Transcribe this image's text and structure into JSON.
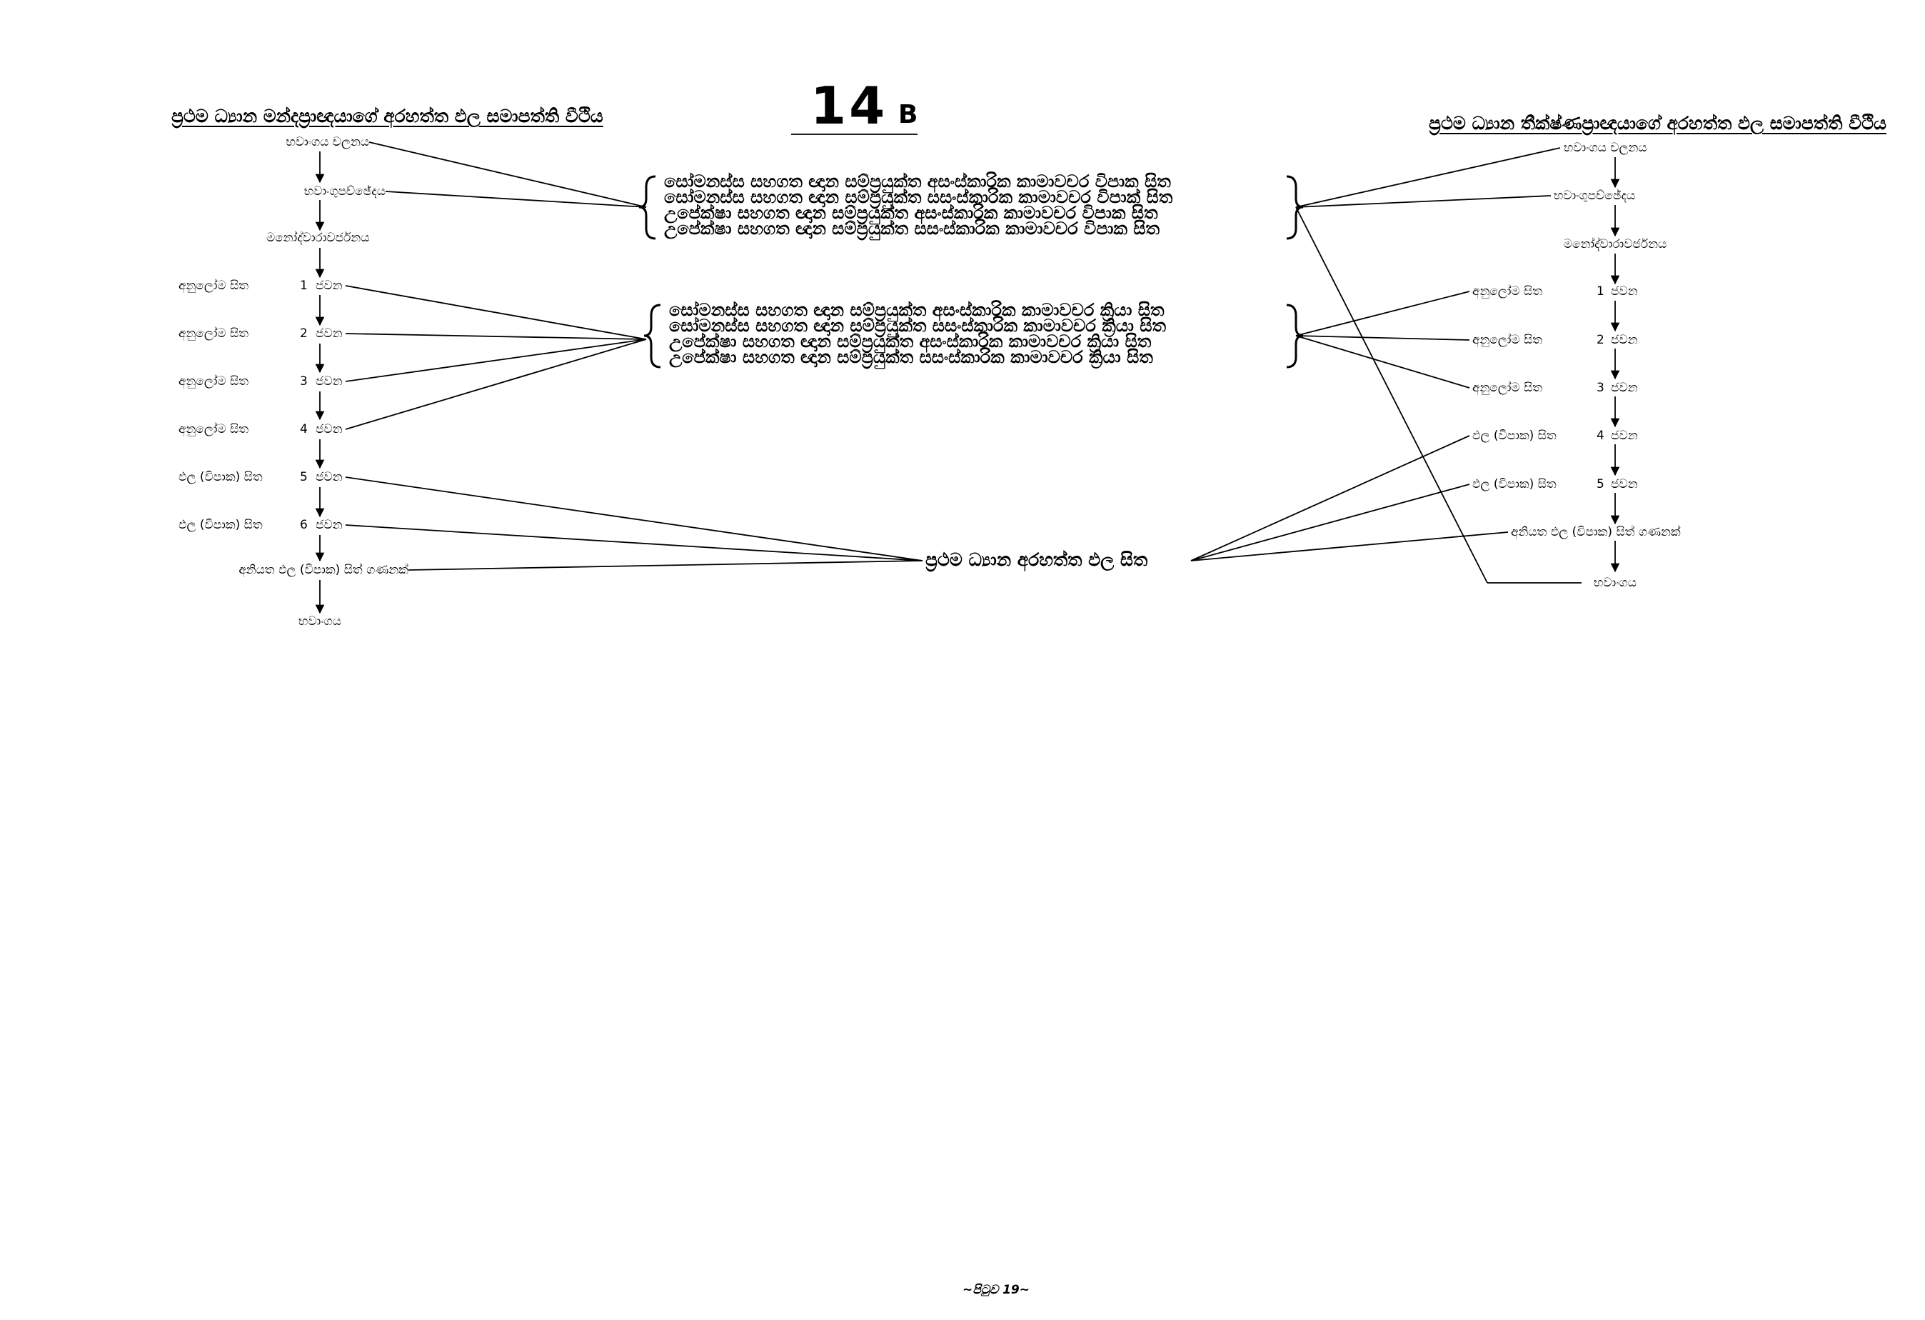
{
  "header": {
    "number": "14",
    "suffix": "B",
    "left_title": "ප්‍රථම ධ්‍යාන මන්දප්‍රාඥයාගේ අරහත්ත ඵල සමාපත්ති වීථිය",
    "right_title": "ප්‍රථම ධ්‍යාන තීක්ෂ්ණප්‍රාඥයාගේ අරහත්ත ඵල සමාපත්ති වීථිය"
  },
  "left_chain": {
    "bhavanga_calana": "භවාංගය චලනය",
    "bhavangupaccheda": "භවාංගුපච්ඡේදය",
    "manodvaravajjana": "මනෝද්වාරාවර්ජනය",
    "rows": [
      {
        "prefix": "අනුලෝම සිත",
        "num": "1",
        "javana": "ජවන"
      },
      {
        "prefix": "අනුලෝම සිත",
        "num": "2",
        "javana": "ජවන"
      },
      {
        "prefix": "අනුලෝම සිත",
        "num": "3",
        "javana": "ජවන"
      },
      {
        "prefix": "අනුලෝම සිත",
        "num": "4",
        "javana": "ජවන"
      },
      {
        "prefix": "ඵල (විපාක) සිත",
        "num": "5",
        "javana": "ජවන"
      },
      {
        "prefix": "ඵල (විපාක) සිත",
        "num": "6",
        "javana": "ජවන"
      }
    ],
    "aniyata": "අනියත ඵල (විපාක) සිත් ගණනක්",
    "bhavanga": "භවාංගය"
  },
  "right_chain": {
    "bhavanga_calana": "භවාංගය චලනය",
    "bhavangupaccheda": "භවාංගුපච්ඡේදය",
    "manodvaravajjana": "මනෝද්වාරාවර්ජනය",
    "rows": [
      {
        "prefix": "අනුලෝම සිත",
        "num": "1",
        "javana": "ජවන"
      },
      {
        "prefix": "අනුලෝම සිත",
        "num": "2",
        "javana": "ජවන"
      },
      {
        "prefix": "අනුලෝම සිත",
        "num": "3",
        "javana": "ජවන"
      },
      {
        "prefix": "ඵල (විපාක) සිත",
        "num": "4",
        "javana": "ජවන"
      },
      {
        "prefix": "ඵල (විපාක) සිත",
        "num": "5",
        "javana": "ජවන"
      }
    ],
    "aniyata": "අනියත ඵල (විපාක) සිත් ගණනක්",
    "bhavanga": "භවාංගය"
  },
  "vipaka_group": [
    "සෝමනස්ස සහගත ඥාන සම්ප්‍රයුක්ත අසංස්කාරික කාමාවචර විපාක සිත",
    "සෝමනස්ස සහගත ඥාන සම්ප්‍රයුක්ත සසංස්කාරික කාමාවචර විපාක් සිත",
    "උපේක්ෂා සහගත ඥාන සම්ප්‍රයුක්ත අසංස්කාරික කාමාවචර විපාක සිත",
    "උපේක්ෂා සහගත ඥාන සම්ප්‍රයුක්ත සසංස්කාරික කාමාවචර විපාක සිත"
  ],
  "kriya_group": [
    "සෝමනස්ස සහගත ඥාන සම්ප්‍රයුක්ත අසංස්කාරික කාමාවචර ක්‍රියා සිත",
    "සෝමනස්ස සහගත ඥාන සම්ප්‍රයුක්ත සසංස්කාරික කාමාවචර ක්‍රියා සිත",
    "උපේක්ෂා සහගත ඥාන සම්ප්‍රයුක්ත අසංස්කාරික කාමාවචර ක්‍රියා සිත",
    "උපේක්ෂා සහගත ඥාන සම්ප්‍රයුක්ත සසංස්කාරික කාමාවචර ක්‍රියා සිත"
  ],
  "center_label": "ප්‍රථම ධ්‍යාන අරහත්ත ඵල සිත",
  "footer": "~පිටුව 19~"
}
